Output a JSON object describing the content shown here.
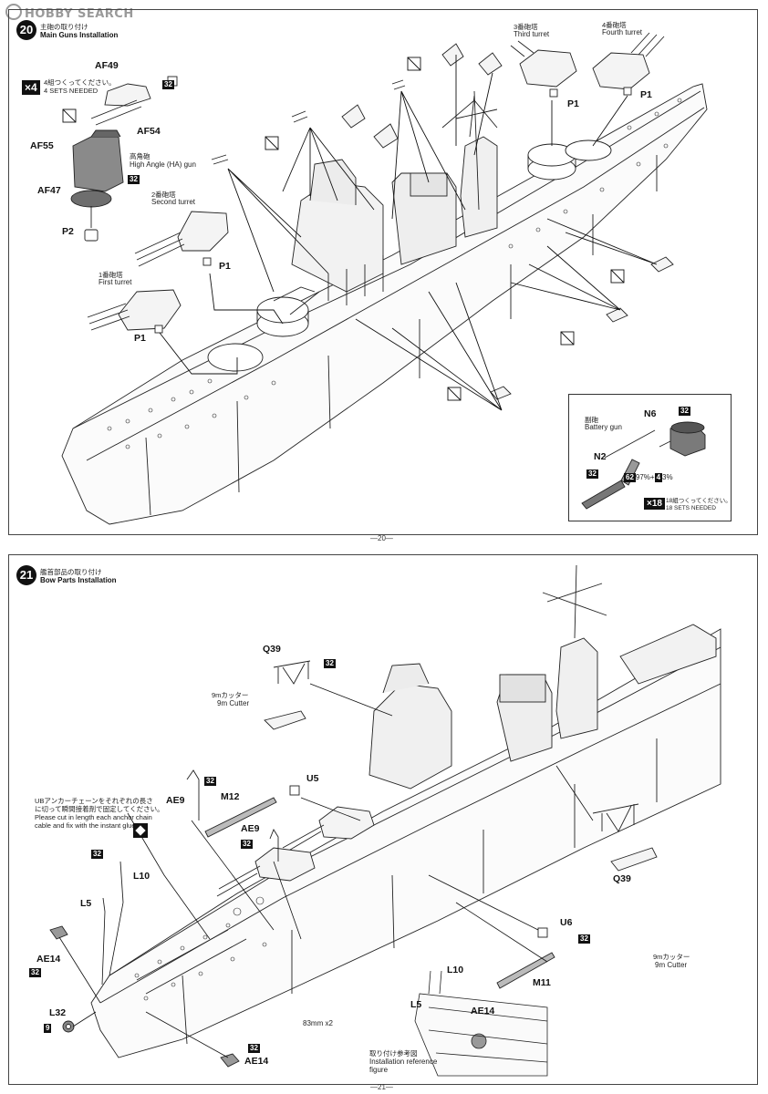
{
  "watermark": "HOBBY SEARCH",
  "step20": {
    "number": "20",
    "title_jp": "主砲の取り付け",
    "title_en": "Main Guns Installation",
    "sets_jp": "4組つくってください。",
    "sets_en": "4 SETS NEEDED",
    "sets_count": "4",
    "labels": {
      "af49": "AF49",
      "af54": "AF54",
      "af55": "AF55",
      "af47": "AF47",
      "p2": "P2",
      "p1a": "P1",
      "p1b": "P1",
      "p1c": "P1",
      "ha_jp": "高角砲",
      "ha_en": "High Angle (HA) gun",
      "second_jp": "2番砲塔",
      "second_en": "Second turret",
      "first_jp": "1番砲塔",
      "first_en": "First turret",
      "third_jp": "3番砲塔",
      "third_en": "Third turret",
      "fourth_jp": "4番砲塔",
      "fourth_en": "Fourth turret",
      "sprue32": "32"
    },
    "battery": {
      "title_jp": "副砲",
      "title_en": "Battery gun",
      "n6": "N6",
      "n2": "N2",
      "tag32": "32",
      "color_a": "62",
      "mix_a": "97%",
      "plus": "+",
      "color_b": "4",
      "mix_b": "3%",
      "sets_count": "18",
      "sets_jp": "18組つくってください。",
      "sets_en": "18 SETS NEEDED"
    },
    "page": "—20—"
  },
  "step21": {
    "number": "21",
    "title_jp": "艦首部品の取り付け",
    "title_en": "Bow Parts Installation",
    "labels": {
      "q39a": "Q39",
      "q39b": "Q39",
      "cutter_jp_a": "9mカッター",
      "cutter_en_a": "9m Cutter",
      "cutter_jp_b": "9mカッター",
      "cutter_en_b": "9m Cutter",
      "u5": "U5",
      "u6": "U6",
      "ae9a": "AE9",
      "ae9b": "AE9",
      "m12": "M12",
      "m11": "M11",
      "l10a": "L10",
      "l10b": "L10",
      "l5a": "L5",
      "l5b": "L5",
      "ae14a": "AE14",
      "ae14b": "AE14",
      "ae14c": "AE14",
      "l32": "L32",
      "l32_color": "9",
      "mm83": "83mm x2",
      "sprue32": "32"
    },
    "chain_note_jp_1": "UBアンカーチェーンをそれぞれの長さ",
    "chain_note_jp_2": "に切って瞬間接着剤で固定してください。",
    "chain_note_en_1": "Please cut in length each anchor chain",
    "chain_note_en_2": "cable and fix with the instant glue.",
    "ref_jp": "取り付け参考図",
    "ref_en_1": "Installation reference",
    "ref_en_2": "figure",
    "page": "—21—"
  }
}
